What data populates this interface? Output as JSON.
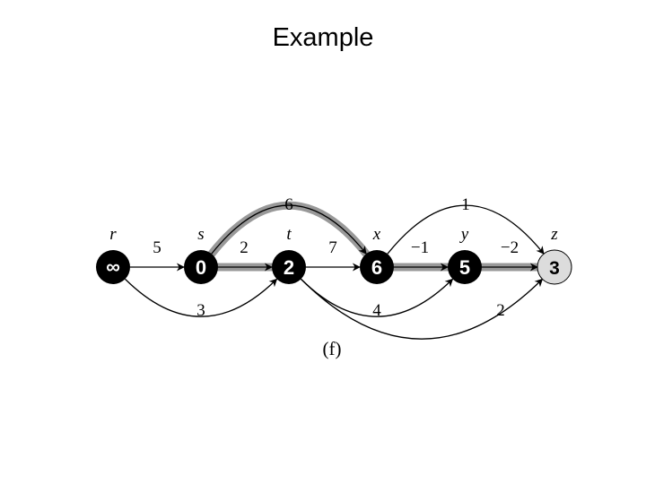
{
  "title": "Example",
  "caption": "(f)",
  "colors": {
    "node_fill": "#000000",
    "node_text": "#ffffff",
    "pending_fill": "#dcdcdc",
    "pending_text": "#000000",
    "highlight": "#999999",
    "edge": "#000000"
  },
  "nodes": [
    {
      "id": "r",
      "label": "r",
      "value": "∞",
      "state": "done"
    },
    {
      "id": "s",
      "label": "s",
      "value": "0",
      "state": "done"
    },
    {
      "id": "t",
      "label": "t",
      "value": "2",
      "state": "done"
    },
    {
      "id": "x",
      "label": "x",
      "value": "6",
      "state": "done"
    },
    {
      "id": "y",
      "label": "y",
      "value": "5",
      "state": "done"
    },
    {
      "id": "z",
      "label": "z",
      "value": "3",
      "state": "pending"
    }
  ],
  "edges": [
    {
      "from": "r",
      "to": "s",
      "weight": "5",
      "highlighted": false
    },
    {
      "from": "r",
      "to": "t",
      "weight": "3",
      "highlighted": false
    },
    {
      "from": "s",
      "to": "t",
      "weight": "2",
      "highlighted": true
    },
    {
      "from": "s",
      "to": "x",
      "weight": "6",
      "highlighted": true
    },
    {
      "from": "t",
      "to": "x",
      "weight": "7",
      "highlighted": false
    },
    {
      "from": "t",
      "to": "y",
      "weight": "4",
      "highlighted": false
    },
    {
      "from": "t",
      "to": "z",
      "weight": "2",
      "highlighted": false
    },
    {
      "from": "x",
      "to": "y",
      "weight": "−1",
      "highlighted": true
    },
    {
      "from": "x",
      "to": "z",
      "weight": "1",
      "highlighted": false
    },
    {
      "from": "y",
      "to": "z",
      "weight": "−2",
      "highlighted": true
    }
  ]
}
